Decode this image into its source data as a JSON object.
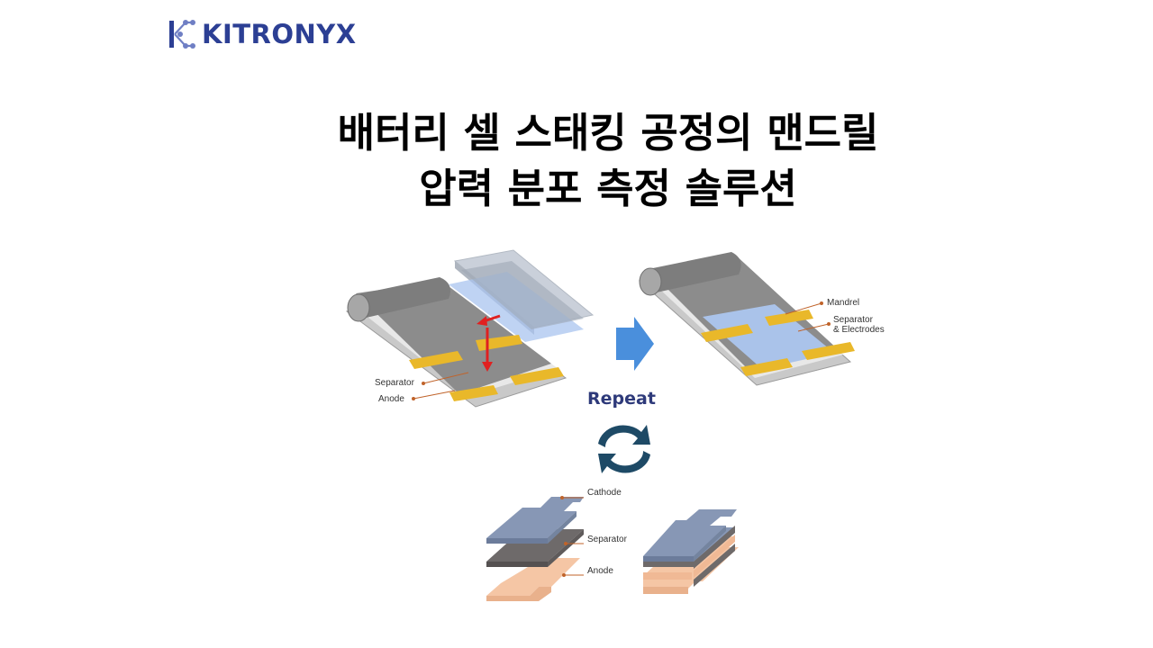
{
  "brand": {
    "logo_text": "KITRONYX",
    "logo_color": "#2c3f94"
  },
  "title": {
    "line1": "배터리 셀 스태킹 공정의 맨드릴",
    "line2": "압력 분포 측정 솔루션"
  },
  "diagram": {
    "left_labels": {
      "separator": "Separator",
      "anode": "Anode"
    },
    "right_labels": {
      "mandrel": "Mandrel",
      "separator_electrodes_1": "Separator",
      "separator_electrodes_2": "& Electrodes"
    },
    "repeat_label": "Repeat",
    "stack_labels": {
      "cathode": "Cathode",
      "separator": "Separator",
      "anode": "Anode"
    },
    "colors": {
      "film": "#8c8c8c",
      "tape": "#e9b82a",
      "electrode_blue": "#aac3ea",
      "arrow_red": "#e02020",
      "arrow_blue": "#4a8fdc",
      "cycle_icon": "#1e4a66",
      "cathode": "#8797b5",
      "separator": "#6e6a6a",
      "anode": "#f5c6a5",
      "leader_dot": "#c0632a"
    }
  }
}
